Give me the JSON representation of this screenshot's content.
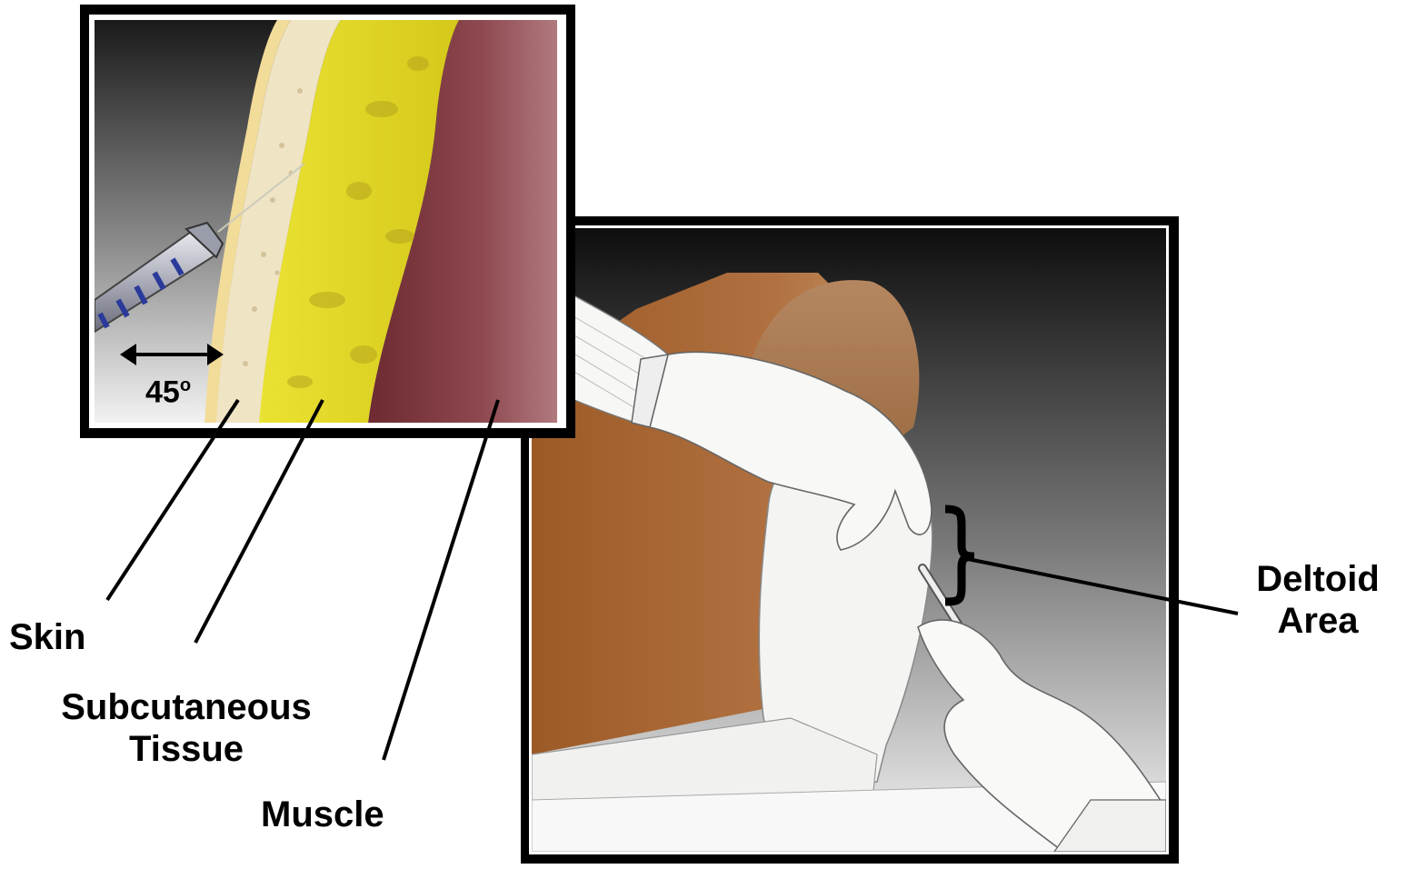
{
  "labels": {
    "angle": "45",
    "angle_superscript": "o",
    "skin": "Skin",
    "subcutaneous_line1": "Subcutaneous",
    "subcutaneous_line2": "Tissue",
    "muscle": "Muscle",
    "deltoid_line1": "Deltoid",
    "deltoid_line2": "Area"
  },
  "colors": {
    "skin_layer": "#f2dc9a",
    "subcutaneous_layer": "#f0e21e",
    "muscle_layer": "#8a3a42",
    "frame": "#000000",
    "body_tone": "#a8652e"
  }
}
